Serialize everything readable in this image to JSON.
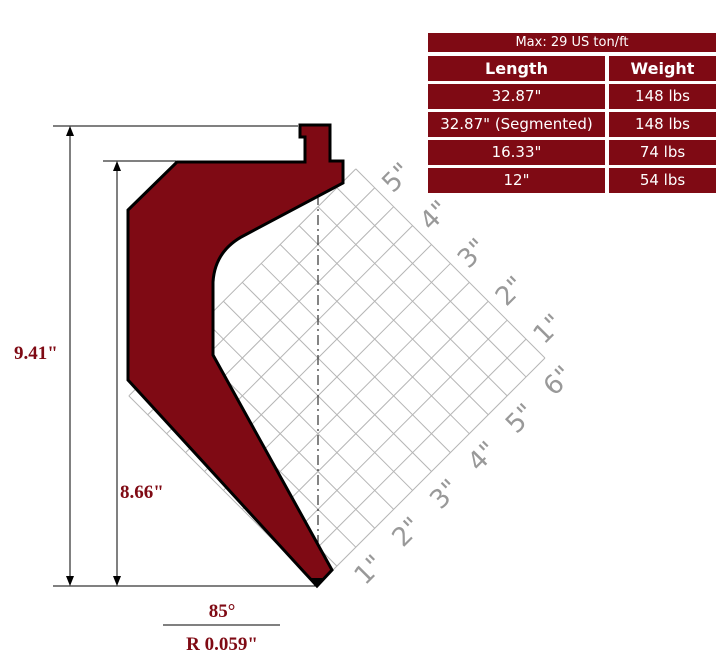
{
  "colors": {
    "profile": "#7f0a14",
    "grid": "#b5b5b5",
    "label": "#999999"
  },
  "table": {
    "caption": "Max: 29 US ton/ft",
    "headers": [
      "Length",
      "Weight"
    ],
    "rows": [
      [
        "32.87\"",
        "148 lbs"
      ],
      [
        "32.87\" (Segmented)",
        "148 lbs"
      ],
      [
        "16.33\"",
        "74 lbs"
      ],
      [
        "12\"",
        "54 lbs"
      ]
    ]
  },
  "dimensions": {
    "overall_height": "9.41\"",
    "working_height": "8.66\"",
    "angle": "85°",
    "radius": "R 0.059\""
  },
  "grid_labels": {
    "lower_edge": [
      "1\"",
      "2\"",
      "3\"",
      "4\"",
      "5\"",
      "6\""
    ],
    "upper_edge": [
      "1\"",
      "2\"",
      "3\"",
      "4\"",
      "5\""
    ]
  }
}
